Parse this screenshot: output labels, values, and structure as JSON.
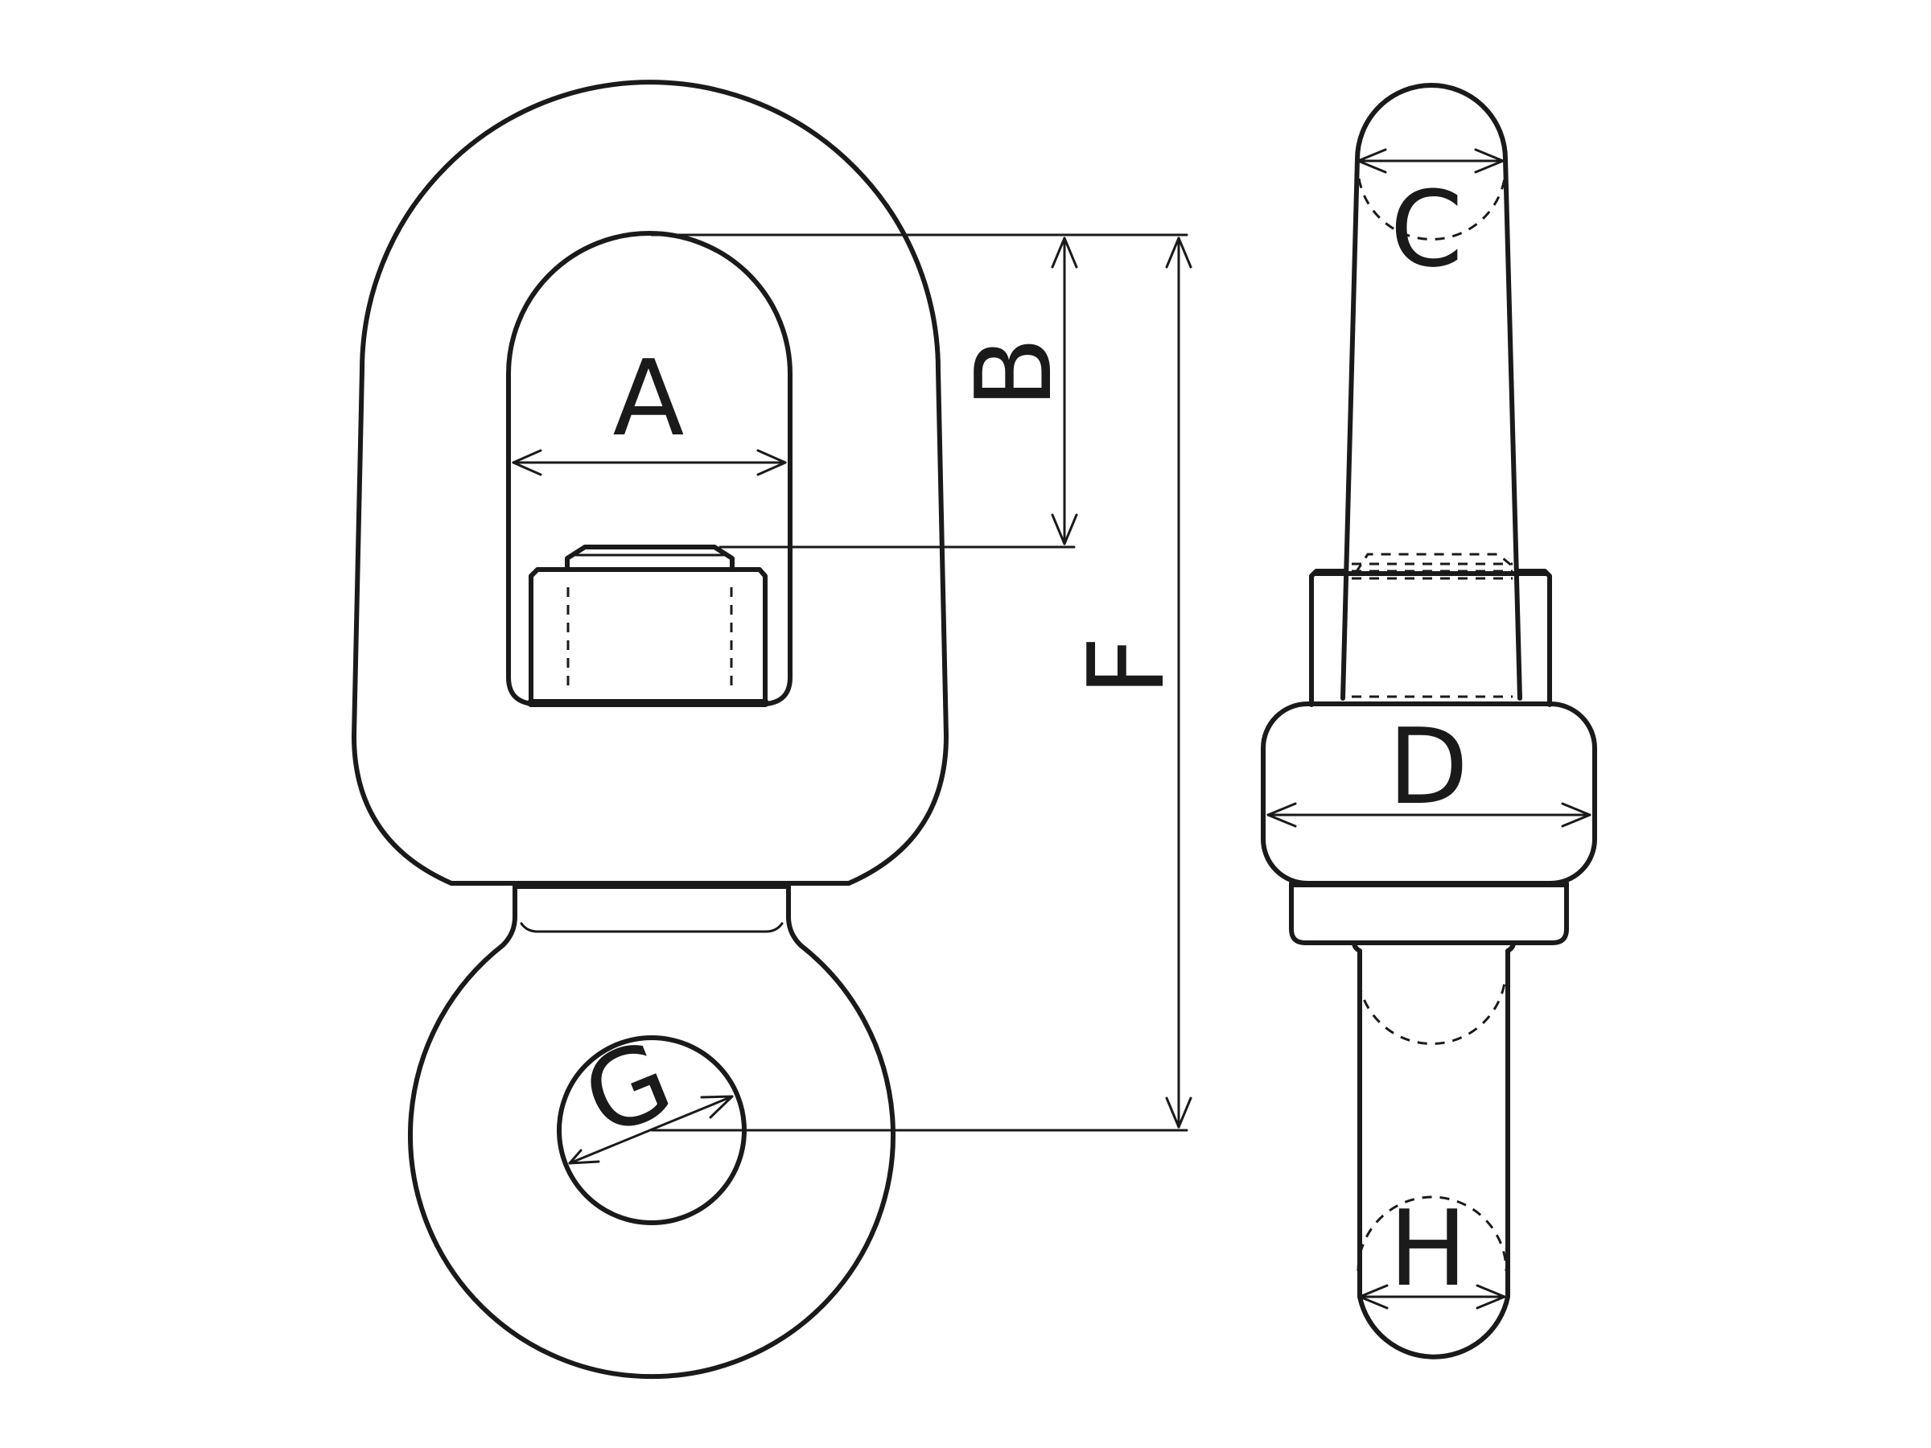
{
  "labels": {
    "a": "A",
    "b": "B",
    "c": "C",
    "d": "D",
    "f": "F",
    "g": "G",
    "h": "H"
  },
  "colors": {
    "line": "#1a1a1a",
    "background": "#ffffff"
  }
}
